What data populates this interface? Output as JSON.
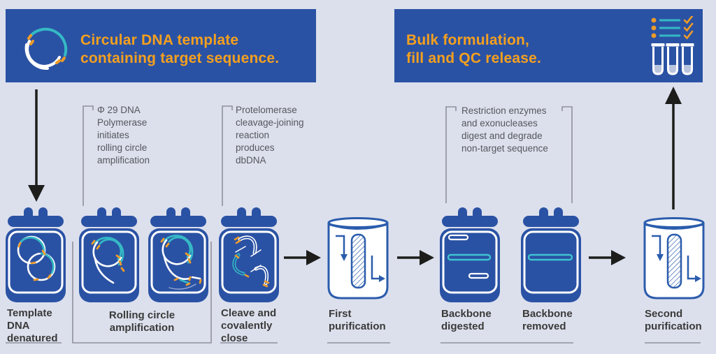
{
  "title": "dbDNA manufacturing process diagram",
  "colors": {
    "panel_blue": "#2a52a4",
    "teal": "#35b9c5",
    "orange_text": "#f5a01e",
    "orange_dash": "#ef9b28",
    "background": "#dce0ed",
    "connector_gray": "#8f919b",
    "arrow_black": "#1d1d1b",
    "cylinder_blue": "#2b5cac",
    "tube_liquid": "#b9c4de",
    "label_text": "#3a3a39",
    "annotation_text": "#55575c"
  },
  "headers": {
    "left": {
      "line1": "Circular DNA template",
      "line2": "containing target sequence.",
      "icon": "circular-dna-icon"
    },
    "right": {
      "line1": "Bulk formulation,",
      "line2": "fill and QC release.",
      "icon": "qc-checklist-and-tubes-icon"
    }
  },
  "annotations": [
    {
      "lines": [
        "Φ 29 DNA",
        "Polymerase",
        "initiates",
        "rolling circle",
        "amplification"
      ]
    },
    {
      "lines": [
        "Protelomerase",
        "cleavage-joining",
        "reaction",
        "produces",
        "dbDNA"
      ]
    },
    {
      "lines": [
        "Restriction enzymes",
        "and exonucleases",
        "digest and degrade",
        "non-target sequence"
      ]
    }
  ],
  "stations": [
    {
      "id": "template-dna-denatured",
      "label": [
        "Template",
        "DNA",
        "denatured"
      ]
    },
    {
      "id": "rolling-circle-amplification",
      "label": [
        "Rolling circle",
        "amplification"
      ]
    },
    {
      "id": "cleave-covalently-close",
      "label": [
        "Cleave and",
        "covalently",
        "close"
      ]
    },
    {
      "id": "first-purification",
      "label": [
        "First",
        "purification"
      ]
    },
    {
      "id": "backbone-digested",
      "label": [
        "Backbone",
        "digested"
      ]
    },
    {
      "id": "backbone-removed",
      "label": [
        "Backbone",
        "removed"
      ]
    },
    {
      "id": "second-purification",
      "label": [
        "Second",
        "purification"
      ]
    }
  ]
}
